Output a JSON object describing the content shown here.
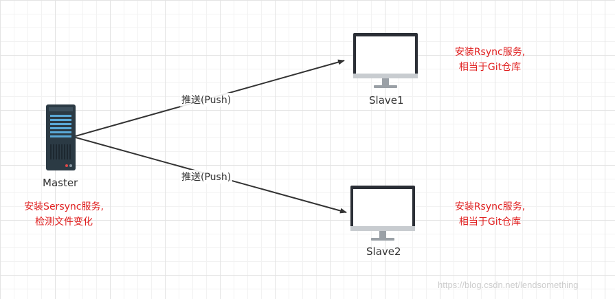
{
  "nodes": {
    "master": {
      "label": "Master",
      "note": [
        "安装Sersync服务,",
        "检测文件变化"
      ]
    },
    "slave1": {
      "label": "Slave1",
      "note": [
        "安装Rsync服务,",
        "相当于Git仓库"
      ]
    },
    "slave2": {
      "label": "Slave2",
      "note": [
        "安装Rsync服务,",
        "相当于Git仓库"
      ]
    }
  },
  "edges": [
    {
      "from": "master",
      "to": "slave1",
      "label": "推送(Push)"
    },
    {
      "from": "master",
      "to": "slave2",
      "label": "推送(Push)"
    }
  ],
  "watermark": "https://blog.csdn.net/lendsomething",
  "colors": {
    "note": "#e02020",
    "arrow": "#333333",
    "monitor": "#2b2f36",
    "server": "#2b3a44"
  }
}
